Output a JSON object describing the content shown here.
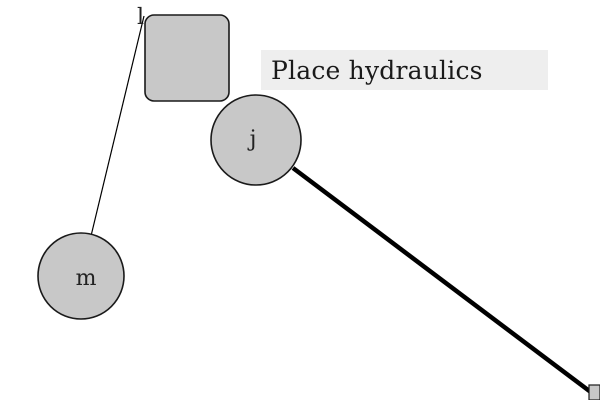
{
  "diagram": {
    "caption": "Place hydraulics",
    "nodes": [
      {
        "id": "l",
        "label": "l",
        "shape": "point"
      },
      {
        "id": "box",
        "label": "",
        "shape": "rounded-square"
      },
      {
        "id": "j",
        "label": "j",
        "shape": "circle"
      },
      {
        "id": "m",
        "label": "m",
        "shape": "circle"
      },
      {
        "id": "corner",
        "label": "",
        "shape": "small-square"
      }
    ],
    "edges": [
      {
        "from": "l",
        "to": "m",
        "style": "thin"
      },
      {
        "from": "j",
        "to": "corner",
        "style": "thick"
      }
    ]
  },
  "colors": {
    "node_fill": "#c8c8c8",
    "node_stroke": "#1a1a1a",
    "caption_bg": "#eeeeee",
    "edge": "#000000"
  }
}
